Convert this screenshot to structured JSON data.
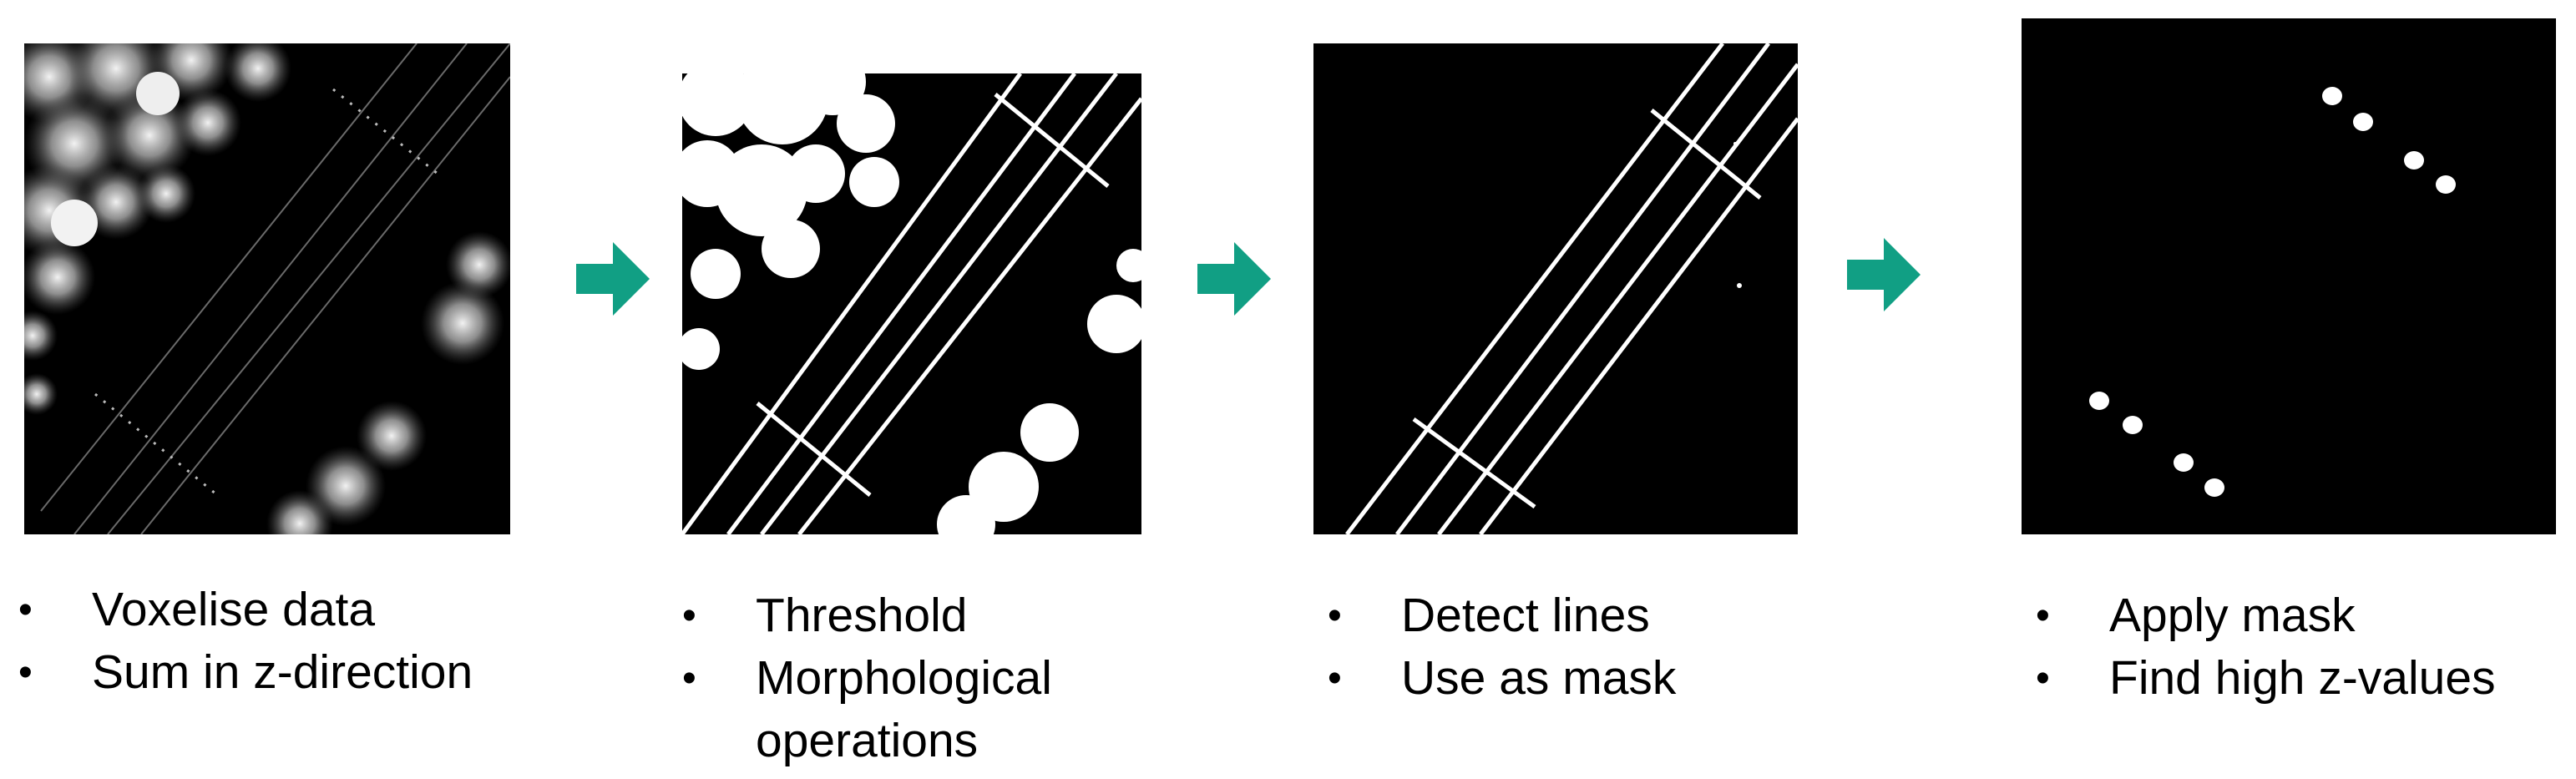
{
  "steps": [
    {
      "bullets": [
        "Voxelise data",
        "Sum in z-direction"
      ]
    },
    {
      "bullets": [
        "Threshold",
        "Morphological operations"
      ]
    },
    {
      "bullets": [
        "Detect lines",
        "Use as mask"
      ]
    },
    {
      "bullets": [
        "Apply mask",
        "Find high z-values"
      ]
    }
  ],
  "arrow_color": "#119f84"
}
